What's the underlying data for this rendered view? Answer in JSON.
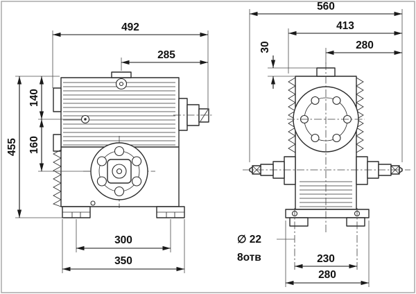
{
  "meta": {
    "description": "Overall-dimension engineering drawing of a worm gear reducer, two orthographic views with linear dimensions in millimetres"
  },
  "colors": {
    "background": "#ffffff",
    "line": "#2b2b2b",
    "dimension": "#111111",
    "border": "#a8a8a8"
  },
  "dims": {
    "front": {
      "overall_width": "492",
      "top_partial": "285",
      "overall_height": "455",
      "upper_offset": "140",
      "mid_offset": "160",
      "foot_span": "300",
      "base_width": "350"
    },
    "side": {
      "overall_length": "560",
      "body_length": "413",
      "top_partial": "280",
      "small_offset": "30",
      "hole_diameter": "∅ 22",
      "hole_count_label": "8отв",
      "foot_span": "230",
      "base_width": "280"
    }
  }
}
